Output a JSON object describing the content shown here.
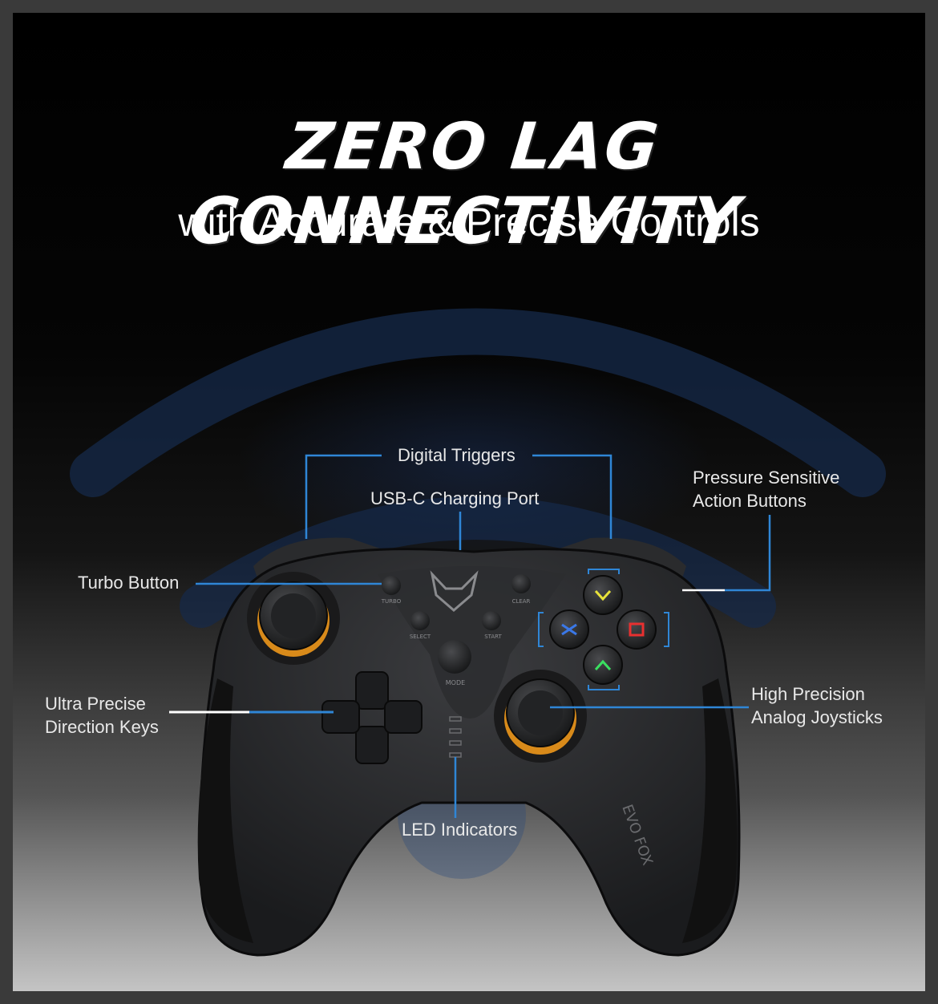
{
  "headline": "ZERO LAG CONNECTIVITY",
  "subheadline": "with Accurate & Precise Controls",
  "colors": {
    "accent_line": "#2f86d6",
    "yellow_button": "#e8e23a",
    "blue_button": "#3a78e8",
    "red_button": "#e83030",
    "green_button": "#3ae060",
    "joystick_ring": "#e6901c"
  },
  "controller": {
    "brand_logo_text": "EVO FOX",
    "button_labels": {
      "turbo": "TURBO",
      "clear": "CLEAR",
      "select": "SELECT",
      "start": "START",
      "mode": "MODE"
    }
  },
  "callouts": {
    "digital_triggers": "Digital Triggers",
    "usb_c": "USB-C Charging Port",
    "pressure_1": "Pressure Sensitive",
    "pressure_2": "Action Buttons",
    "turbo_button": "Turbo Button",
    "direction_1": "Ultra Precise",
    "direction_2": "Direction Keys",
    "joystick_1": "High Precision",
    "joystick_2": "Analog  Joysticks",
    "led": "LED Indicators"
  }
}
